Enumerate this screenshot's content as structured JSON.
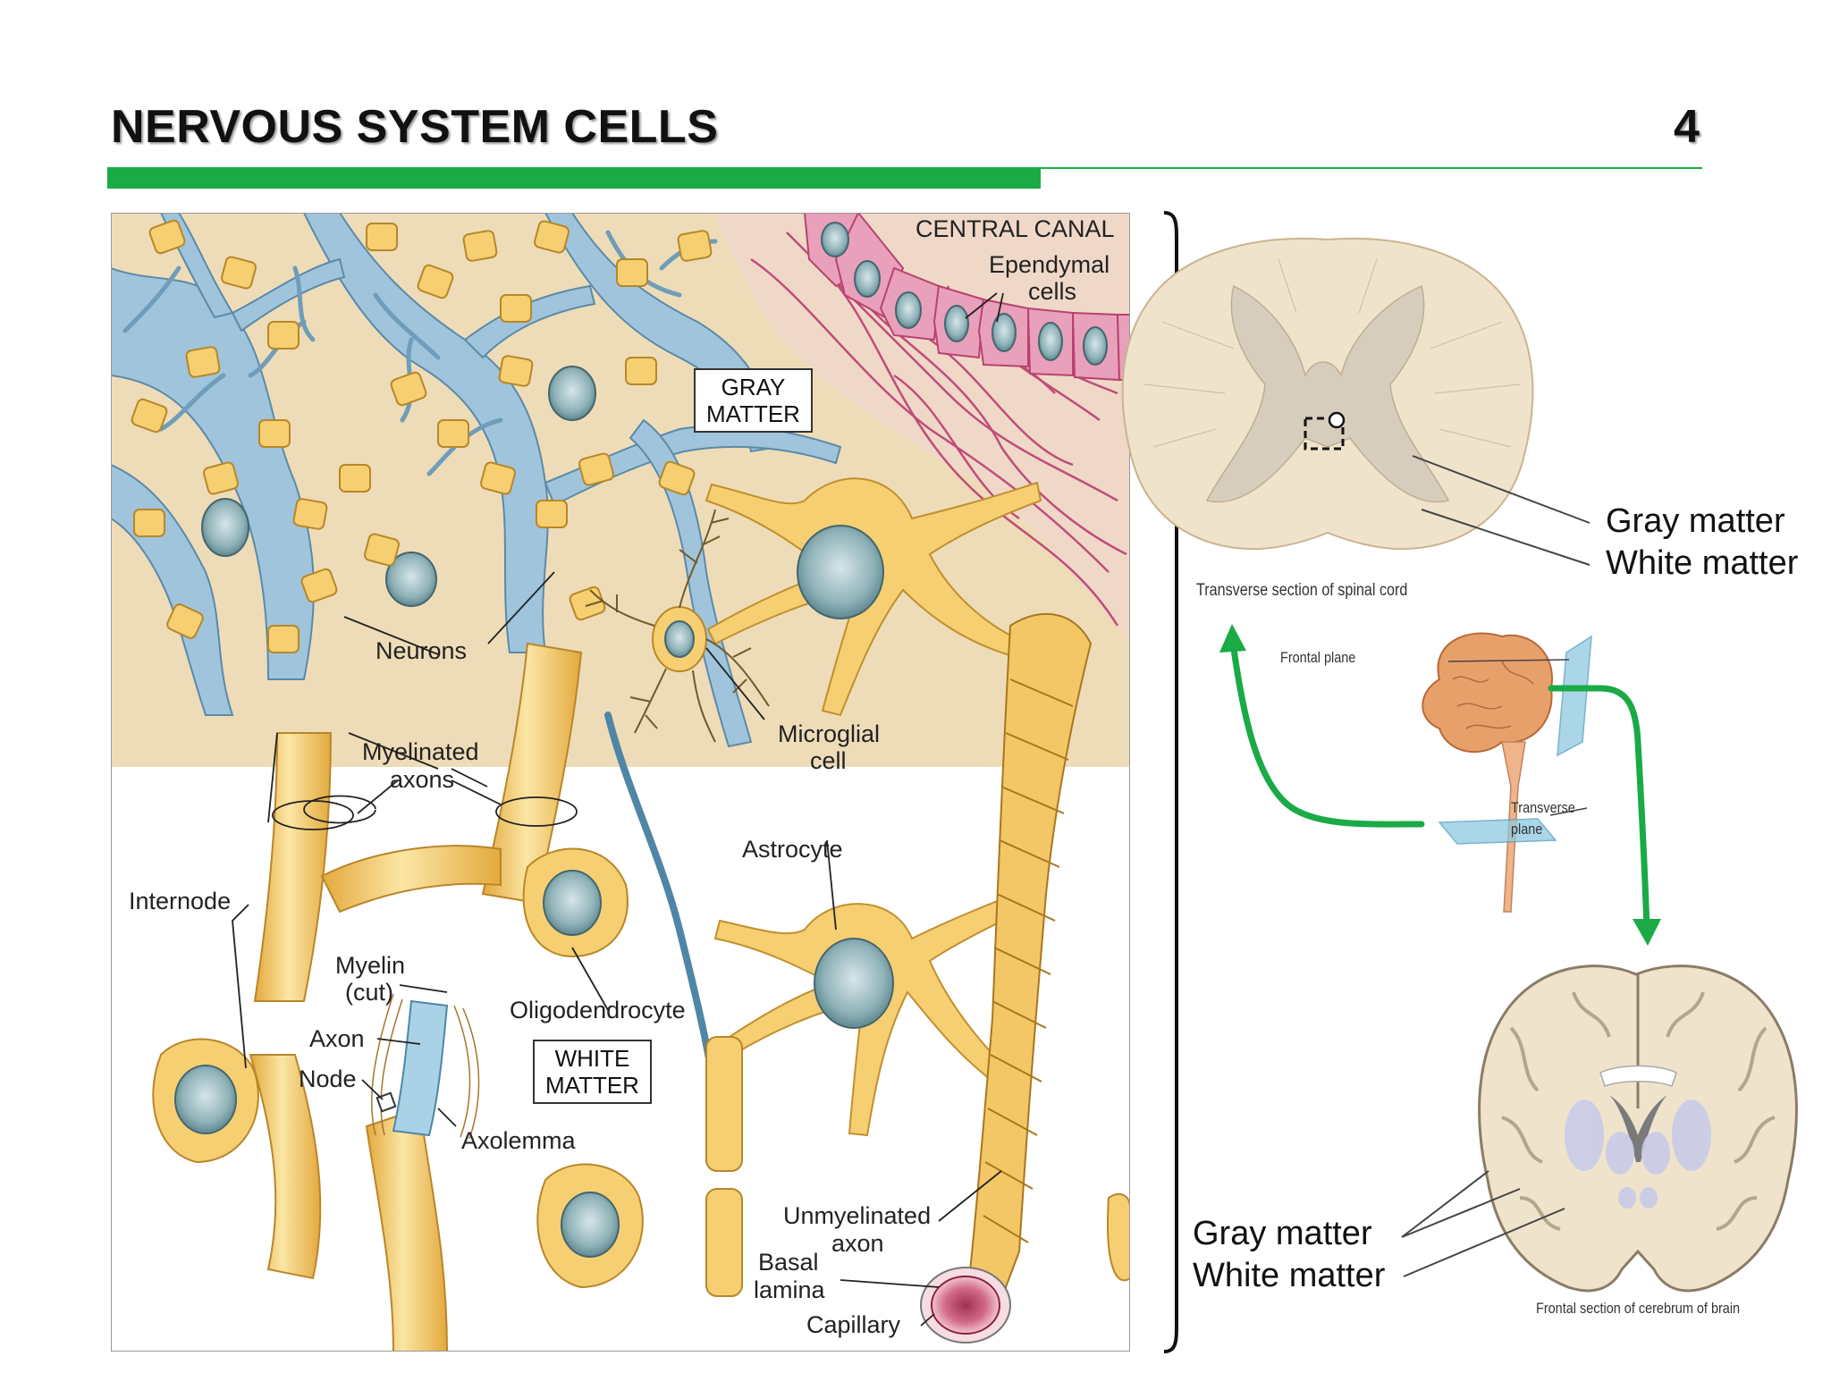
{
  "slide": {
    "title": "NERVOUS SYSTEM CELLS",
    "number": "4"
  },
  "histology": {
    "labels": {
      "central_canal": "CENTRAL CANAL",
      "ependymal": "Ependymal",
      "ependymal2": "cells",
      "gray_matter_box1": "GRAY",
      "gray_matter_box2": "MATTER",
      "neurons": "Neurons",
      "microglial1": "Microglial",
      "microglial2": "cell",
      "myelinated1": "Myelinated",
      "myelinated2": "axons",
      "astrocyte": "Astrocyte",
      "internode": "Internode",
      "myelin1": "Myelin",
      "myelin2": "(cut)",
      "oligodendrocyte": "Oligodendrocyte",
      "axon": "Axon",
      "node": "Node",
      "white_matter_box1": "WHITE",
      "white_matter_box2": "MATTER",
      "axolemma": "Axolemma",
      "unmyelinated1": "Unmyelinated",
      "unmyelinated2": "axon",
      "basal1": "Basal",
      "basal2": "lamina",
      "capillary": "Capillary"
    }
  },
  "spinal_cord": {
    "caption": "Transverse section of spinal cord",
    "gray_label": "Gray matter",
    "white_label": "White matter"
  },
  "brain_orientation": {
    "frontal_plane": "Frontal plane",
    "transverse1": "Transverse",
    "transverse2": "plane"
  },
  "brain_section": {
    "caption": "Frontal section of cerebrum of brain",
    "gray_label": "Gray matter",
    "white_label": "White matter"
  },
  "colors": {
    "accent_green": "#1aaa46",
    "gray_matter_bg": "#eedcb8",
    "cell_yellow": "#f6cf72",
    "cell_blue": "#9fc4dc",
    "ependymal_pink": "#e9a0bb"
  }
}
